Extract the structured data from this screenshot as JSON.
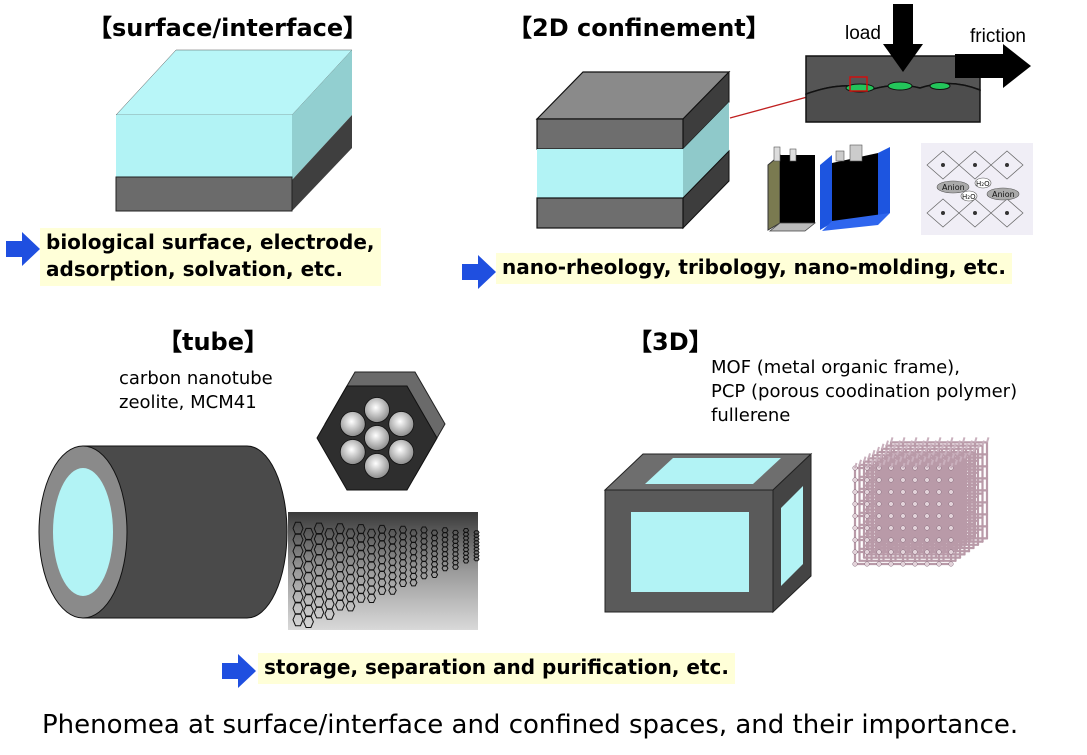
{
  "sections": {
    "surface": {
      "title": "【surface/interface】",
      "note": [
        "biological surface, electrode,",
        "adsorption, solvation, etc."
      ]
    },
    "confinement2d": {
      "title": "【2D confinement】",
      "load_label": "load",
      "friction_label": "friction",
      "note": "nano-rheology, tribology, nano-molding, etc.",
      "anion_labels": [
        "Anion",
        "H₂O",
        "H₂O",
        "Anion"
      ]
    },
    "tube": {
      "title": "【tube】",
      "examples": [
        "carbon nanotube",
        "zeolite, MCM41"
      ]
    },
    "space3d": {
      "title": "【3D】",
      "examples": [
        "MOF (metal organic frame),",
        "PCP (porous coodination polymer)",
        "fullerene"
      ]
    }
  },
  "bottom_note": "storage, separation and purification, etc.",
  "caption": "Phenomea at surface/interface and confined spaces, and their importance.",
  "colors": {
    "liquid": "#b2f3f5",
    "liquid_side": "#8fc9ca",
    "solid": "#6b6b6b",
    "solid_top": "#8a8a8a",
    "solid_side": "#4a4a4a",
    "arrow_blue": "#1f4fe0",
    "highlight": "#ffffd8"
  },
  "icons": [
    "blue-arrow-icon",
    "load-arrow-icon",
    "friction-arrow-icon"
  ]
}
